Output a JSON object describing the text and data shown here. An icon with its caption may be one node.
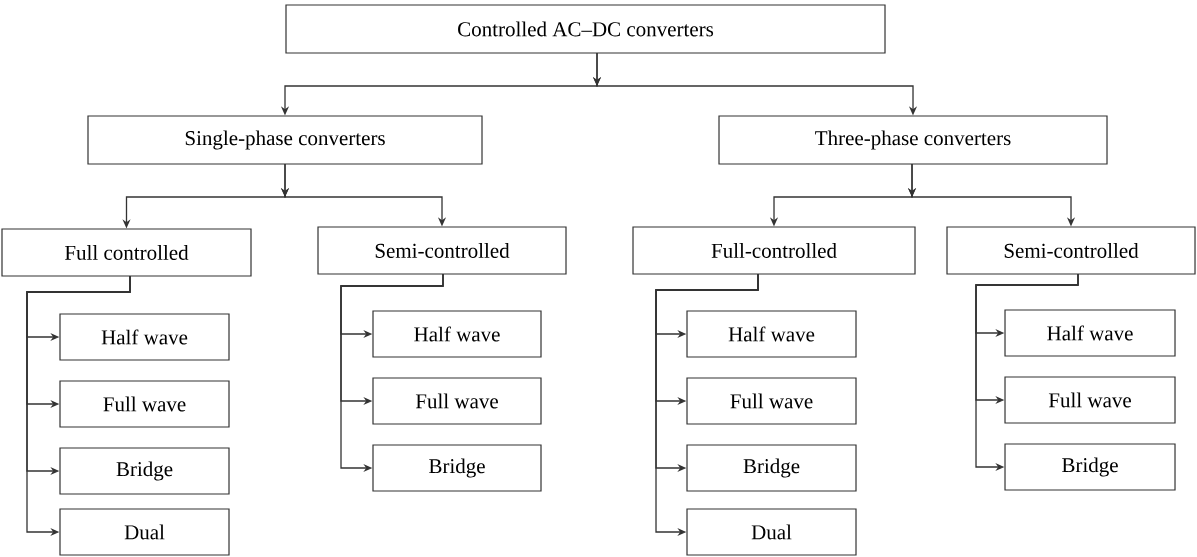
{
  "diagram": {
    "nodes": [
      {
        "text": [
          "Controlled AC–DC converters"
        ]
      },
      {
        "text": [
          "Single-phase converters"
        ]
      },
      {
        "text": [
          "Three-phase converters"
        ]
      },
      {
        "text": [
          "Full controlled"
        ]
      },
      {
        "text": [
          "Semi-controlled"
        ]
      },
      {
        "text": [
          "Half wave"
        ]
      },
      {
        "text": [
          "Full wave"
        ]
      },
      {
        "text": [
          "Bridge"
        ]
      },
      {
        "text": [
          "Dual"
        ]
      },
      {
        "text": [
          "Half wave"
        ]
      },
      {
        "text": [
          "Full wave"
        ]
      },
      {
        "text": [
          "Bridge"
        ]
      },
      {
        "text": [
          "Full-controlled"
        ]
      },
      {
        "text": [
          "Semi-controlled"
        ]
      },
      {
        "text": [
          "Half wave"
        ]
      },
      {
        "text": [
          "Full wave"
        ]
      },
      {
        "text": [
          "Bridge"
        ]
      },
      {
        "text": [
          "Dual"
        ]
      },
      {
        "text": [
          "Half wave"
        ]
      },
      {
        "text": [
          "Full wave"
        ]
      },
      {
        "text": [
          "Bridge"
        ]
      }
    ],
    "edges": [
      {
        "from": 0,
        "to": 1,
        "arrow": "to"
      },
      {
        "from": 0,
        "to": 2,
        "arrow": "to"
      },
      {
        "from": 1,
        "to": 3,
        "arrow": "to"
      },
      {
        "from": 1,
        "to": 4,
        "arrow": "to"
      },
      {
        "from": 2,
        "to": 12,
        "arrow": "to"
      },
      {
        "from": 2,
        "to": 13,
        "arrow": "to"
      },
      {
        "from": 3,
        "to": 5,
        "arrow": "to"
      },
      {
        "from": 3,
        "to": 6,
        "arrow": "to"
      },
      {
        "from": 3,
        "to": 7,
        "arrow": "to"
      },
      {
        "from": 3,
        "to": 8,
        "arrow": "to"
      },
      {
        "from": 4,
        "to": 9,
        "arrow": "to"
      },
      {
        "from": 4,
        "to": 10,
        "arrow": "to"
      },
      {
        "from": 4,
        "to": 11,
        "arrow": "to"
      },
      {
        "from": 12,
        "to": 14,
        "arrow": "to"
      },
      {
        "from": 12,
        "to": 15,
        "arrow": "to"
      },
      {
        "from": 12,
        "to": 16,
        "arrow": "to"
      },
      {
        "from": 12,
        "to": 17,
        "arrow": "to"
      },
      {
        "from": 13,
        "to": 18,
        "arrow": "to"
      },
      {
        "from": 13,
        "to": 19,
        "arrow": "to"
      },
      {
        "from": 13,
        "to": 20,
        "arrow": "to"
      }
    ]
  }
}
